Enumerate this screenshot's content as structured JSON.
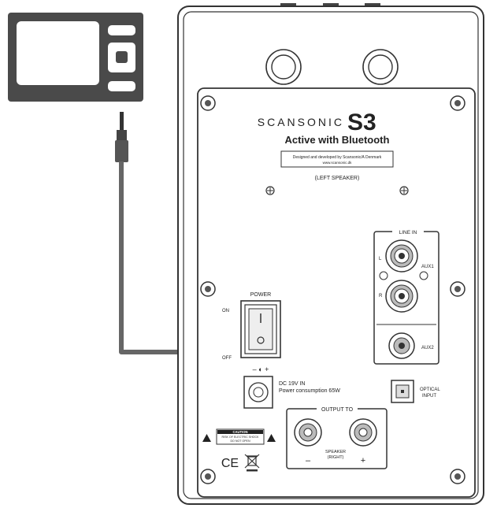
{
  "brand": {
    "name": "SCANSONIC",
    "model": "S3",
    "tagline": "Active with Bluetooth",
    "designed_note_line1": "Designed and developed by Scansonic/A Denmark",
    "designed_note_line2": "www.scansonic.dk",
    "speaker_type": "(LEFT SPEAKER)"
  },
  "line_in": {
    "title": "LINE IN",
    "left": "L",
    "right": "R",
    "aux1": "AUX1",
    "aux2": "AUX2"
  },
  "power": {
    "title": "POWER",
    "on": "ON",
    "off": "OFF",
    "polarity": "– ◐ +"
  },
  "dc_in": {
    "line1": "DC 19V IN",
    "line2": "Power consumption 65W"
  },
  "optical": {
    "line1": "OPTICAL",
    "line2": "INPUT"
  },
  "output": {
    "title": "OUTPUT TO",
    "speaker_line1": "SPEAKER",
    "speaker_line2": "(RIGHT)",
    "minus": "–",
    "plus": "+"
  },
  "caution": {
    "title": "CAUTION",
    "line1": "RISK OF ELECTRIC SHOCK",
    "line2": "DO NOT OPEN"
  },
  "marks": {
    "ce": "CE"
  }
}
